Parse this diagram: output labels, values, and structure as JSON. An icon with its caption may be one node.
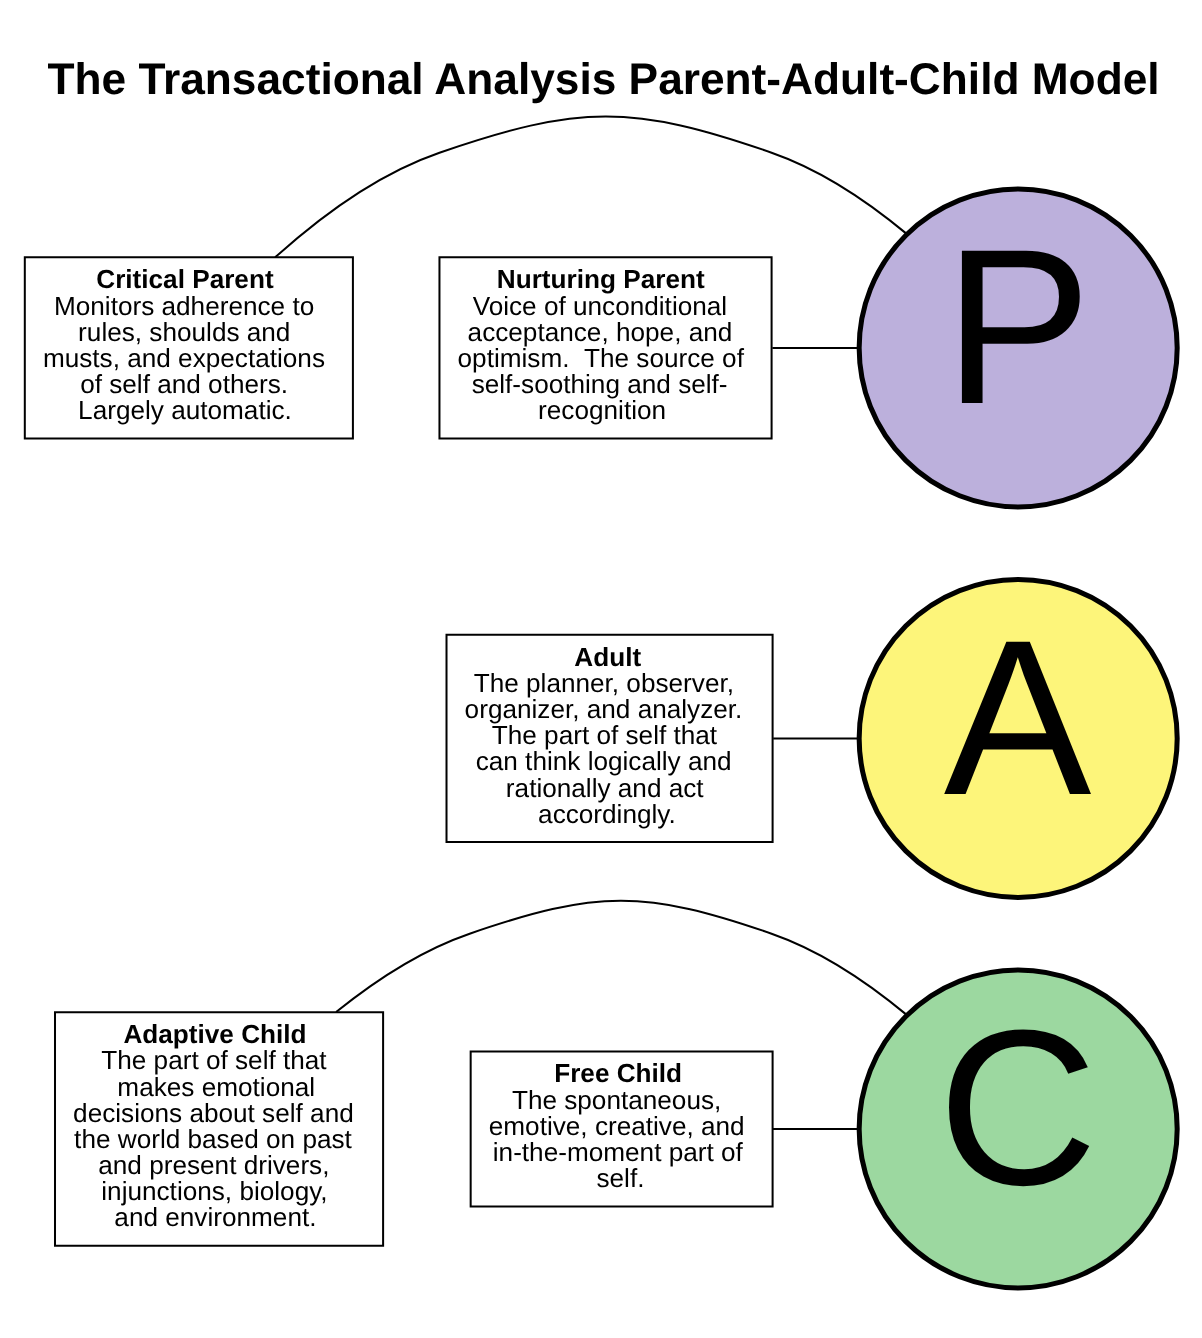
{
  "diagram": {
    "title": "The Transactional Analysis Parent-Adult-Child Model",
    "nodes": [
      {
        "text": [
          "Critical Parent",
          "Monitors adherence to rules, shoulds and musts, and expectations of self and others. Largely automatic."
        ]
      },
      {
        "text": [
          "P"
        ]
      },
      {
        "text": [
          "Nurturing Parent",
          "Voice of unconditional acceptance, hope, and optimism.  The source of self-soothing and self-recognition"
        ]
      },
      {
        "text": [
          "A"
        ]
      },
      {
        "text": [
          "Adult",
          "The planner, observer, organizer, and analyzer. The part of self that can think logically and rationally and act accordingly."
        ]
      },
      {
        "text": [
          "Adaptive Child",
          "The part of self that makes emotional decisions about self and the world based on past and present drivers, injunctions, biology, and environment."
        ]
      },
      {
        "text": [
          "C"
        ]
      },
      {
        "text": [
          "Free Child",
          "The spontaneous, emotive, creative, and in-the-moment part of self."
        ]
      }
    ],
    "edges": [
      {
        "from": 0,
        "to": 1,
        "arrow": "none"
      },
      {
        "from": 2,
        "to": 1,
        "arrow": "none"
      },
      {
        "from": 4,
        "to": 3,
        "arrow": "none"
      },
      {
        "from": 5,
        "to": 6,
        "arrow": "none"
      },
      {
        "from": 7,
        "to": 6,
        "arrow": "none"
      }
    ]
  }
}
